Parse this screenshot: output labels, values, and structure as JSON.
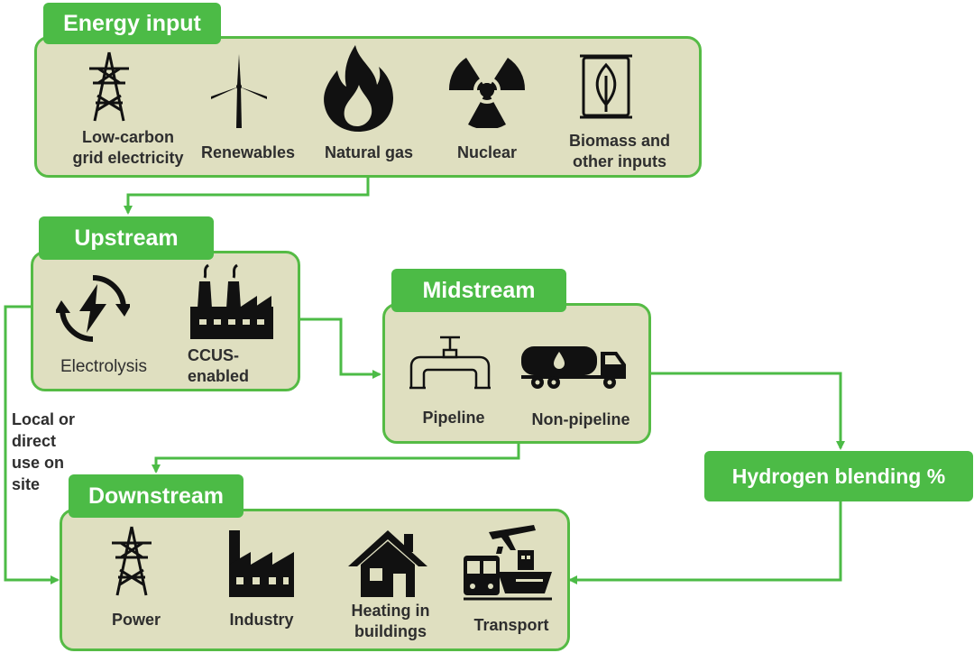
{
  "energy_input": {
    "title": "Energy input",
    "items": [
      {
        "label": "Low-carbon\ngrid electricity",
        "icon": "transmission-tower-icon"
      },
      {
        "label": "Renewables",
        "icon": "wind-turbine-icon"
      },
      {
        "label": "Natural gas",
        "icon": "flame-icon"
      },
      {
        "label": "Nuclear",
        "icon": "radiation-icon"
      },
      {
        "label": "Biomass and\nother inputs",
        "icon": "biomass-leaf-icon"
      }
    ]
  },
  "upstream": {
    "title": "Upstream",
    "items": [
      {
        "label": "Electrolysis",
        "icon": "electrolysis-icon"
      },
      {
        "label": "CCUS-\nenabled",
        "icon": "factory-chimneys-icon"
      }
    ]
  },
  "midstream": {
    "title": "Midstream",
    "items": [
      {
        "label": "Pipeline",
        "icon": "pipeline-valve-icon"
      },
      {
        "label": "Non-pipeline",
        "icon": "tanker-truck-icon"
      }
    ]
  },
  "blending": {
    "label": "Hydrogen blending %"
  },
  "local_use": {
    "label": "Local or\ndirect\nuse on\nsite"
  },
  "downstream": {
    "title": "Downstream",
    "items": [
      {
        "label": "Power",
        "icon": "transmission-tower-icon"
      },
      {
        "label": "Industry",
        "icon": "factory-icon"
      },
      {
        "label": "Heating in\nbuildings",
        "icon": "house-icon"
      },
      {
        "label": "Transport",
        "icon": "transport-icon"
      }
    ]
  },
  "colors": {
    "accent": "#4cbb46",
    "panel": "#dfdfc0",
    "icon": "#111111"
  }
}
